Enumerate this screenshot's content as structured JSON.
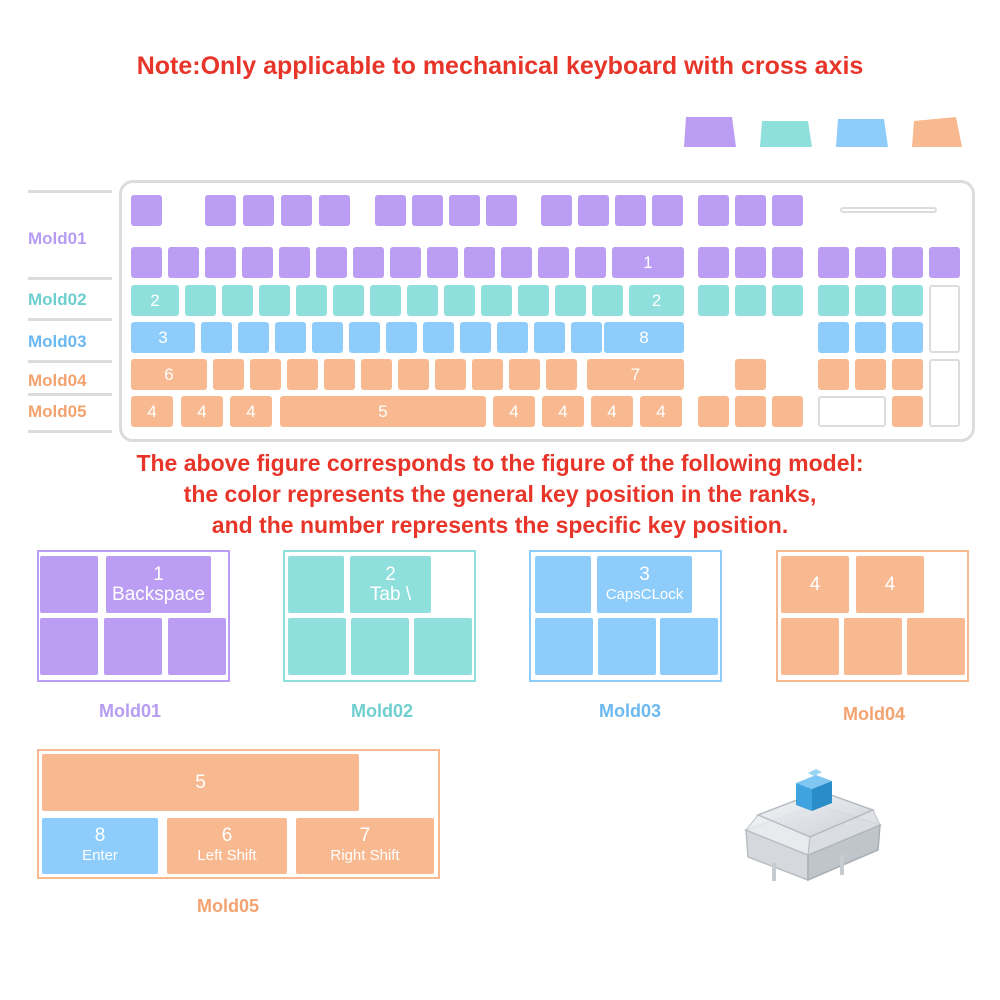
{
  "note": "Note:Only applicable to mechanical keyboard with cross axis",
  "colors": {
    "purple": "#bb9df3",
    "cyan": "#8fdfdc",
    "blue": "#8ecdfb",
    "orange": "#f9b990",
    "label_purple": "#b69cf2",
    "label_cyan": "#6fcfcf",
    "label_blue": "#6cb8f0",
    "label_orange": "#f3a36f",
    "red": "#e8352a",
    "outline": "#dcdcdc"
  },
  "row_labels": [
    "Mold01",
    "Mold02",
    "Mold03",
    "Mold04",
    "Mold05"
  ],
  "keyboard": {
    "row1_key_1": "1",
    "row2_key_2a": "2",
    "row2_key_2b": "2",
    "row3_key_3": "3",
    "row3_key_8": "8",
    "row4_key_6": "6",
    "row4_key_7": "7",
    "row5_key_4a": "4",
    "row5_key_4b": "4",
    "row5_key_4c": "4",
    "row5_key_5": "5",
    "row5_key_4d": "4",
    "row5_key_4e": "4",
    "row5_key_4f": "4",
    "row5_key_4g": "4"
  },
  "description": [
    "The above figure corresponds to the figure of the following model:",
    "the color represents the general key position in the ranks,",
    "and the number represents the specific key position."
  ],
  "molds": {
    "mold01": {
      "caption": "Mold01",
      "key_number": "1",
      "key_name": "Backspace"
    },
    "mold02": {
      "caption": "Mold02",
      "key_number": "2",
      "key_name": "Tab \\"
    },
    "mold03": {
      "caption": "Mold03",
      "key_number": "3",
      "key_name": "CapsCLock"
    },
    "mold04": {
      "caption": "Mold04",
      "key_a": "4",
      "key_b": "4"
    },
    "mold05": {
      "caption": "Mold05",
      "space_number": "5",
      "enter_number": "8",
      "enter_name": "Enter",
      "lshift_number": "6",
      "lshift_name": "Left Shift",
      "rshift_number": "7",
      "rshift_name": "Right Shift"
    }
  },
  "switch_image": "mechanical-switch-blue-stem"
}
